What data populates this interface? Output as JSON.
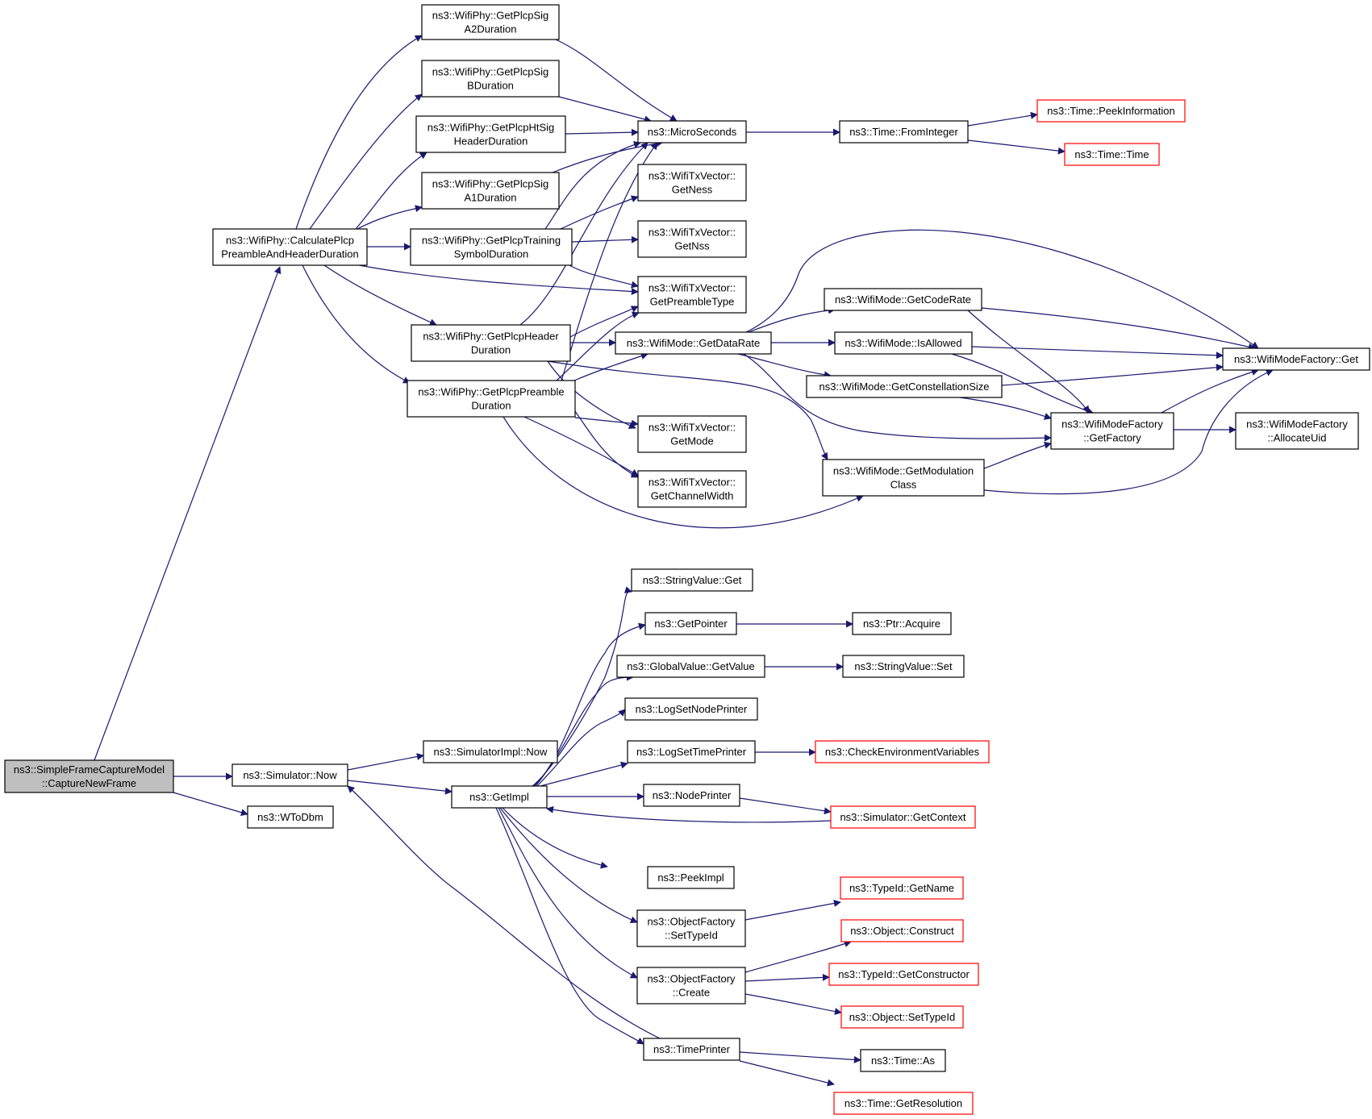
{
  "diagram": {
    "nodes": [
      {
        "id": "capture",
        "lines": [
          "ns3::SimpleFrameCaptureModel",
          "::CaptureNewFrame"
        ],
        "style": "root"
      },
      {
        "id": "calc",
        "lines": [
          "ns3::WifiPhy::CalculatePlcp",
          "PreambleAndHeaderDuration"
        ],
        "style": "normal"
      },
      {
        "id": "sigA2",
        "lines": [
          "ns3::WifiPhy::GetPlcpSig",
          "A2Duration"
        ],
        "style": "normal"
      },
      {
        "id": "sigB",
        "lines": [
          "ns3::WifiPhy::GetPlcpSig",
          "BDuration"
        ],
        "style": "normal"
      },
      {
        "id": "htSig",
        "lines": [
          "ns3::WifiPhy::GetPlcpHtSig",
          "HeaderDuration"
        ],
        "style": "normal"
      },
      {
        "id": "sigA1",
        "lines": [
          "ns3::WifiPhy::GetPlcpSig",
          "A1Duration"
        ],
        "style": "normal"
      },
      {
        "id": "training",
        "lines": [
          "ns3::WifiPhy::GetPlcpTraining",
          "SymbolDuration"
        ],
        "style": "normal"
      },
      {
        "id": "header",
        "lines": [
          "ns3::WifiPhy::GetPlcpHeader",
          "Duration"
        ],
        "style": "normal"
      },
      {
        "id": "preamble",
        "lines": [
          "ns3::WifiPhy::GetPlcpPreamble",
          "Duration"
        ],
        "style": "normal"
      },
      {
        "id": "micro",
        "lines": [
          "ns3::MicroSeconds"
        ],
        "style": "normal"
      },
      {
        "id": "fromInt",
        "lines": [
          "ns3::Time::FromInteger"
        ],
        "style": "normal"
      },
      {
        "id": "peekInfo",
        "lines": [
          "ns3::Time::PeekInformation"
        ],
        "style": "red"
      },
      {
        "id": "timeTime",
        "lines": [
          "ns3::Time::Time"
        ],
        "style": "red"
      },
      {
        "id": "getNess",
        "lines": [
          "ns3::WifiTxVector::",
          "GetNess"
        ],
        "style": "normal"
      },
      {
        "id": "getNss",
        "lines": [
          "ns3::WifiTxVector::",
          "GetNss"
        ],
        "style": "normal"
      },
      {
        "id": "getPreType",
        "lines": [
          "ns3::WifiTxVector::",
          "GetPreambleType"
        ],
        "style": "normal"
      },
      {
        "id": "dataRate",
        "lines": [
          "ns3::WifiMode::GetDataRate"
        ],
        "style": "normal"
      },
      {
        "id": "getMode",
        "lines": [
          "ns3::WifiTxVector::",
          "GetMode"
        ],
        "style": "normal"
      },
      {
        "id": "chanWidth",
        "lines": [
          "ns3::WifiTxVector::",
          "GetChannelWidth"
        ],
        "style": "normal"
      },
      {
        "id": "codeRate",
        "lines": [
          "ns3::WifiMode::GetCodeRate"
        ],
        "style": "normal"
      },
      {
        "id": "isAllowed",
        "lines": [
          "ns3::WifiMode::IsAllowed"
        ],
        "style": "normal"
      },
      {
        "id": "constSize",
        "lines": [
          "ns3::WifiMode::GetConstellationSize"
        ],
        "style": "normal"
      },
      {
        "id": "modClass",
        "lines": [
          "ns3::WifiMode::GetModulation",
          "Class"
        ],
        "style": "normal"
      },
      {
        "id": "factGet",
        "lines": [
          "ns3::WifiModeFactory::Get"
        ],
        "style": "normal"
      },
      {
        "id": "getFactory",
        "lines": [
          "ns3::WifiModeFactory",
          "::GetFactory"
        ],
        "style": "normal"
      },
      {
        "id": "allocUid",
        "lines": [
          "ns3::WifiModeFactory",
          "::AllocateUid"
        ],
        "style": "normal"
      },
      {
        "id": "simNow",
        "lines": [
          "ns3::Simulator::Now"
        ],
        "style": "normal"
      },
      {
        "id": "wToDbm",
        "lines": [
          "ns3::WToDbm"
        ],
        "style": "normal"
      },
      {
        "id": "implNow",
        "lines": [
          "ns3::SimulatorImpl::Now"
        ],
        "style": "normal"
      },
      {
        "id": "getImpl",
        "lines": [
          "ns3::GetImpl"
        ],
        "style": "normal"
      },
      {
        "id": "strGet",
        "lines": [
          "ns3::StringValue::Get"
        ],
        "style": "normal"
      },
      {
        "id": "getPointer",
        "lines": [
          "ns3::GetPointer"
        ],
        "style": "normal"
      },
      {
        "id": "ptrAcquire",
        "lines": [
          "ns3::Ptr::Acquire"
        ],
        "style": "normal"
      },
      {
        "id": "globalGet",
        "lines": [
          "ns3::GlobalValue::GetValue"
        ],
        "style": "normal"
      },
      {
        "id": "strSet",
        "lines": [
          "ns3::StringValue::Set"
        ],
        "style": "normal"
      },
      {
        "id": "logNode",
        "lines": [
          "ns3::LogSetNodePrinter"
        ],
        "style": "normal"
      },
      {
        "id": "logTime",
        "lines": [
          "ns3::LogSetTimePrinter"
        ],
        "style": "normal"
      },
      {
        "id": "checkEnv",
        "lines": [
          "ns3::CheckEnvironmentVariables"
        ],
        "style": "red"
      },
      {
        "id": "nodePrinter",
        "lines": [
          "ns3::NodePrinter"
        ],
        "style": "normal"
      },
      {
        "id": "simContext",
        "lines": [
          "ns3::Simulator::GetContext"
        ],
        "style": "red"
      },
      {
        "id": "peekImpl",
        "lines": [
          "ns3::PeekImpl"
        ],
        "style": "normal"
      },
      {
        "id": "objSetType",
        "lines": [
          "ns3::ObjectFactory",
          "::SetTypeId"
        ],
        "style": "normal"
      },
      {
        "id": "typeName",
        "lines": [
          "ns3::TypeId::GetName"
        ],
        "style": "red"
      },
      {
        "id": "objCreate",
        "lines": [
          "ns3::ObjectFactory",
          "::Create"
        ],
        "style": "normal"
      },
      {
        "id": "objConstruct",
        "lines": [
          "ns3::Object::Construct"
        ],
        "style": "red"
      },
      {
        "id": "typeCtor",
        "lines": [
          "ns3::TypeId::GetConstructor"
        ],
        "style": "red"
      },
      {
        "id": "objSetTypeId",
        "lines": [
          "ns3::Object::SetTypeId"
        ],
        "style": "red"
      },
      {
        "id": "timePrinter",
        "lines": [
          "ns3::TimePrinter"
        ],
        "style": "normal"
      },
      {
        "id": "timeAs",
        "lines": [
          "ns3::Time::As"
        ],
        "style": "normal"
      },
      {
        "id": "timeRes",
        "lines": [
          "ns3::Time::GetResolution"
        ],
        "style": "red"
      }
    ]
  },
  "colors": {
    "edge": "#191970",
    "border": "#000000",
    "red_border": "#ff0000",
    "root_fill": "#bfbfbf",
    "background": "#ffffff"
  }
}
